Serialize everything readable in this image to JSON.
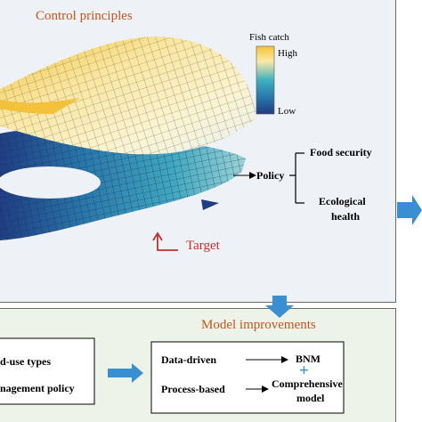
{
  "top_panel": {
    "title": "Control principles",
    "legend": {
      "title": "Fish catch",
      "high_label": "High",
      "low_label": "Low",
      "colors": [
        "#f5c431",
        "#fbe9a8",
        "#3fb0c0",
        "#2a78ab",
        "#203a80"
      ]
    },
    "policy_label": "Policy",
    "outcomes": {
      "food_security": "Food security",
      "ecological_health_line1": "Ecological",
      "ecological_health_line2": "health"
    },
    "target_label": "Target"
  },
  "bottom_panel": {
    "title": "Model improvements",
    "left_box": {
      "line1": "d-use types",
      "line2": "nagement policy"
    },
    "right_box": {
      "data_driven": "Data-driven",
      "bnm": "BNM",
      "plus": "+",
      "process_based": "Process-based",
      "comprehensive_line1": "Comprehensive",
      "comprehensive_line2": "model"
    }
  },
  "colors": {
    "accent_arrow": "#3a8fd0",
    "title_orange": "#c0561a",
    "target_red": "#c0302a",
    "surface_yellow": "#f5d977",
    "surface_blue": "#2a78ab"
  }
}
